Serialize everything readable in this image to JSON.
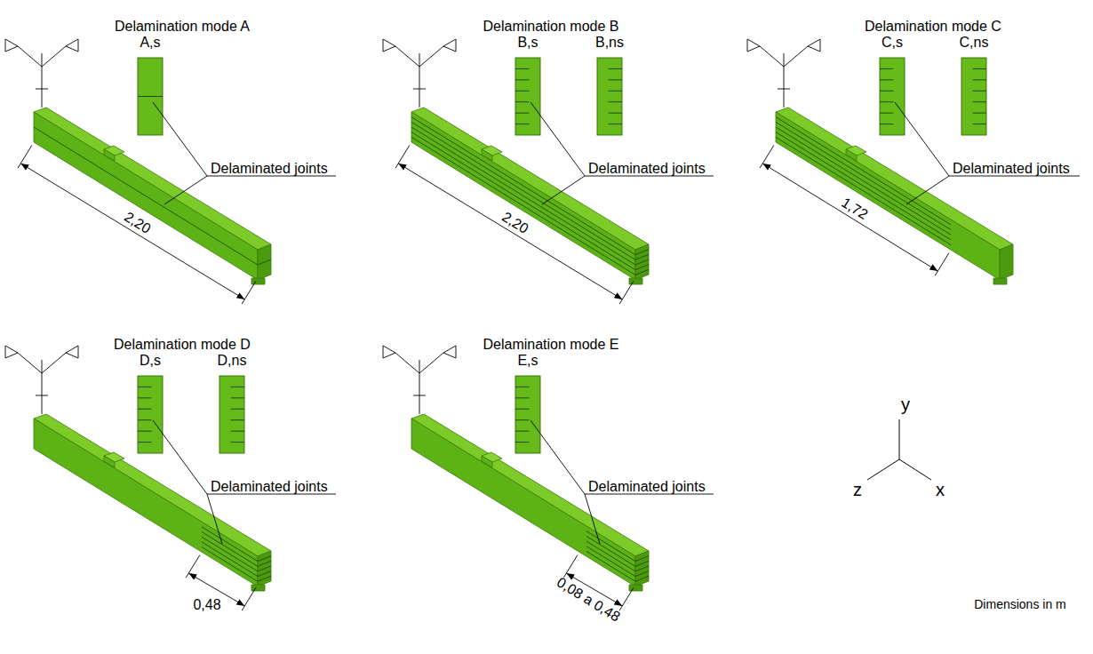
{
  "diagram": {
    "labels": [
      "Delamination mode A",
      "A,s",
      "Delaminated joints",
      "2,20",
      "Delamination mode B",
      "B,s",
      "B,ns",
      "Delaminated joints",
      "2,20",
      "Delamination mode C",
      "C,s",
      "C,ns",
      "Delaminated joints",
      "1,72",
      "Delamination mode D",
      "D,s",
      "D,ns",
      "Delaminated joints",
      "0,48",
      "Delamination mode E",
      "E,s",
      "Delaminated joints",
      "0,08 a 0,48",
      "y",
      "z",
      "x",
      "Dimensions in m"
    ]
  }
}
